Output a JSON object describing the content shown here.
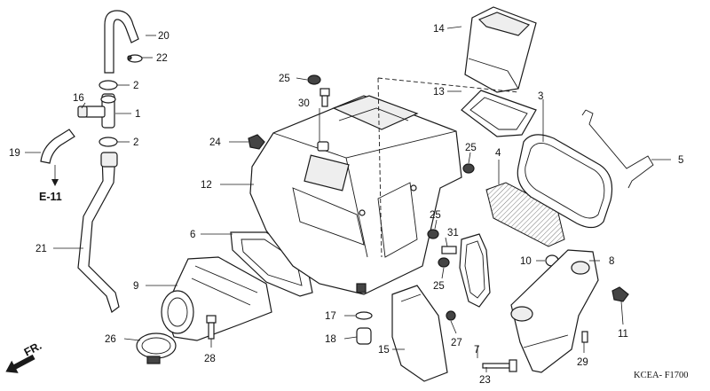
{
  "labels": {
    "p1": "1",
    "p2a": "2",
    "p2b": "2",
    "p4": "4",
    "p5": "5",
    "p6": "6",
    "p7": "7",
    "p8": "8",
    "p9": "9",
    "p10": "10",
    "p11": "11",
    "p12": "12",
    "p13": "13",
    "p14": "14",
    "p15": "15",
    "p16": "16",
    "p17": "17",
    "p18": "18",
    "p19": "19",
    "p20": "20",
    "p21": "21",
    "p22": "22",
    "p23": "23",
    "p24": "24",
    "p25a": "25",
    "p25b": "25",
    "p25c": "25",
    "p25d": "25",
    "p26": "26",
    "p27": "27",
    "p28": "28",
    "p29": "29",
    "p30": "30",
    "p31": "31",
    "p3": "3"
  },
  "reference_e11": "E-11",
  "front_arrow": "FR.",
  "diagram_code": "KCEA- F1700",
  "colors": {
    "line": "#1a1a1a",
    "background": "#ffffff"
  }
}
